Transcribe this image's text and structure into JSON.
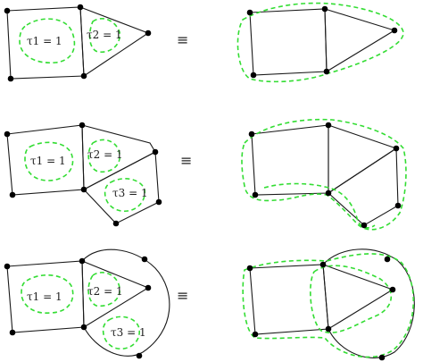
{
  "labels": {
    "tau1": "τ1 = 1",
    "tau2": "τ2 = 1",
    "tau3": "τ3 = 1"
  },
  "equiv_symbol": "≡",
  "colors": {
    "edge": "#1a1a1a",
    "dashed_cycle": "#33dd33",
    "node": "#000000"
  }
}
